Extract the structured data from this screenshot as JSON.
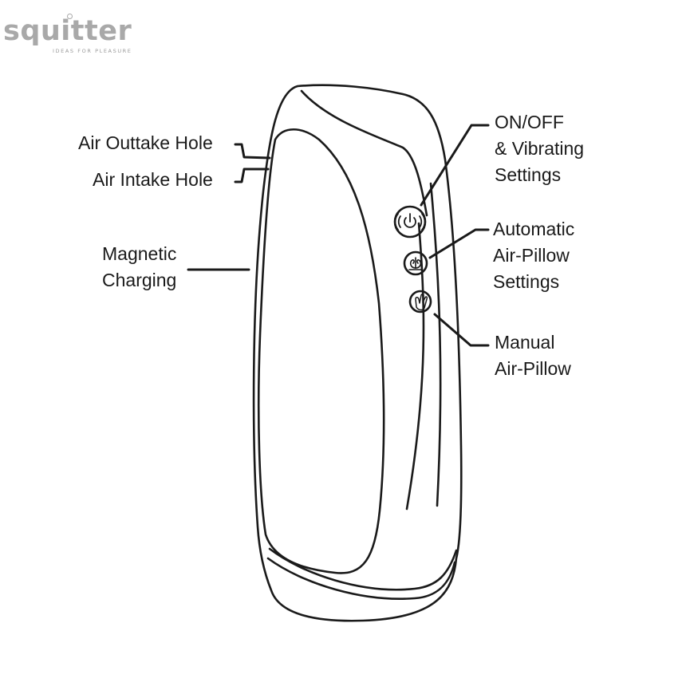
{
  "brand": {
    "name": "squitter",
    "tagline": "IDEAS FOR PLEASURE"
  },
  "labels": {
    "air_outtake": "Air Outtake Hole",
    "air_intake": "Air Intake Hole",
    "magnetic_charging": [
      "Magnetic",
      "Charging"
    ],
    "on_off": [
      "ON/OFF",
      "& Vibrating",
      "Settings"
    ],
    "auto_air_pillow": [
      "Automatic",
      "Air-Pillow",
      "Settings"
    ],
    "manual_air_pillow": [
      "Manual",
      "Air-Pillow"
    ]
  },
  "icons": {
    "power_button": "power-vibration-icon",
    "auto_button": "air-pillow-auto-icon",
    "manual_button": "hand-gesture-icon"
  },
  "colors": {
    "line": "#1a1a1a",
    "logo": "#a9a9a9"
  }
}
